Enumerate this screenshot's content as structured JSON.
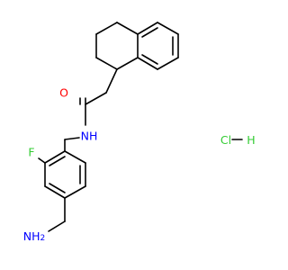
{
  "molecule": {
    "atoms": {
      "oxygen": "O",
      "amide_nitrogen": "NH",
      "fluorine": "F",
      "amine": "NH2",
      "salt_cl": "ClH"
    },
    "colors": {
      "bond": "#000000",
      "oxygen": "#ff0000",
      "nitrogen": "#0000ff",
      "fluorine": "#33cc33",
      "chlorine": "#33cc33"
    }
  }
}
